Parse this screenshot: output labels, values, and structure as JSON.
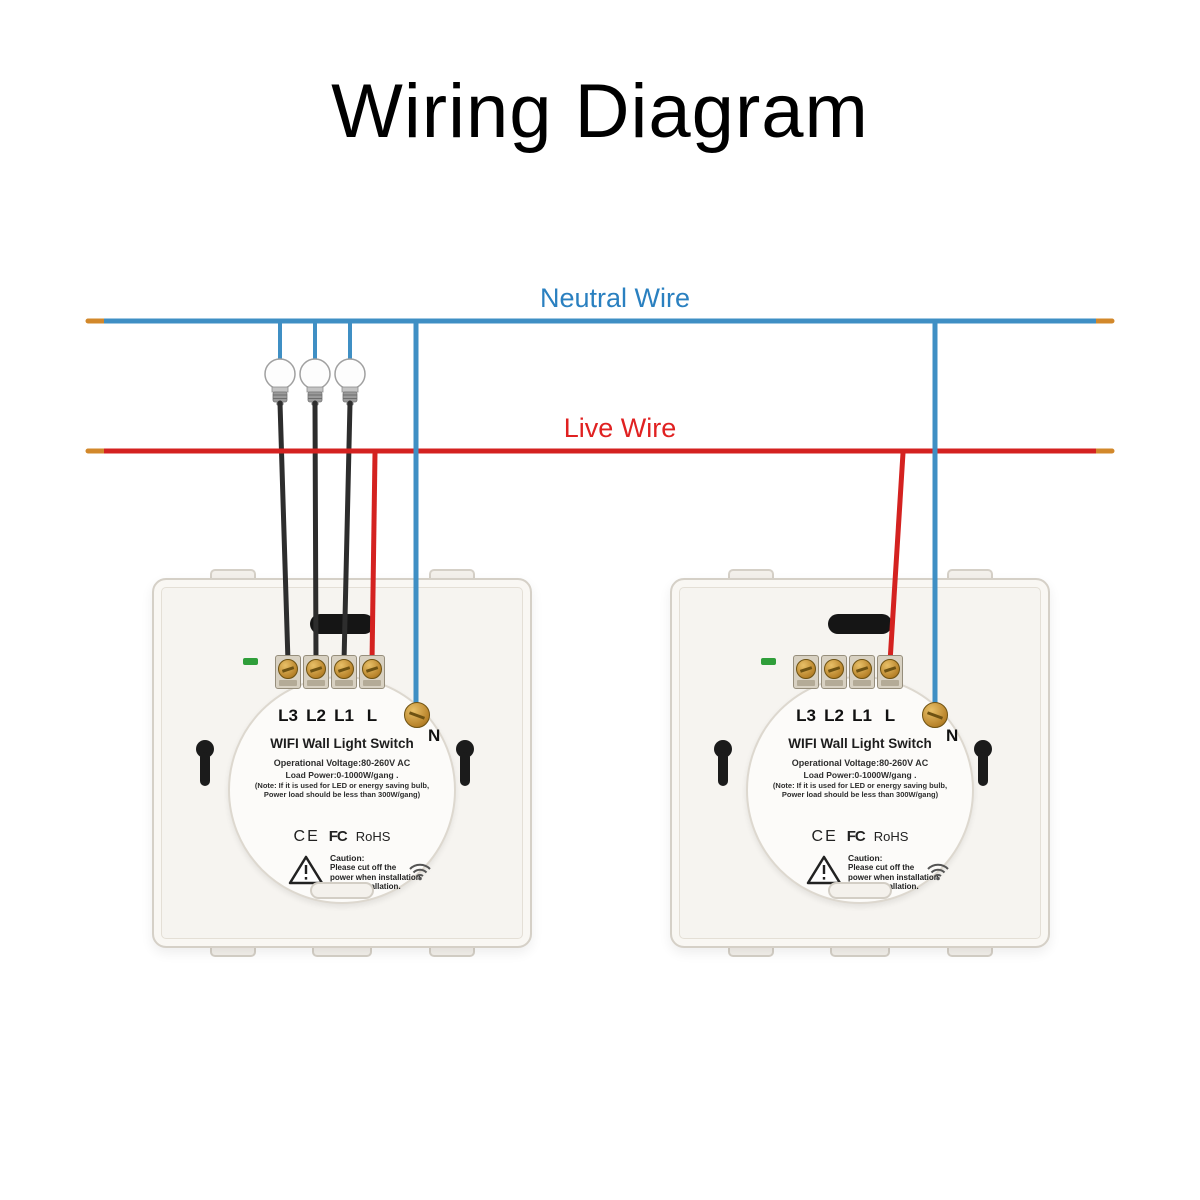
{
  "title": "Wiring Diagram",
  "wires": {
    "neutral_label": "Neutral Wire",
    "live_label": "Live Wire",
    "neutral_color": "#3F8FC4",
    "live_color": "#D42220",
    "load_wire_color": "#2D2D2D",
    "copper_tip_color": "#D2882B"
  },
  "switch": {
    "terminal_labels": [
      "L3",
      "L2",
      "L1",
      "L"
    ],
    "neutral_terminal_label": "N",
    "product_name": "WIFI Wall Light Switch",
    "spec_lines": [
      "Operational Voltage:80-260V AC",
      "Load Power:0-1000W/gang .",
      "(Note: If it is used for LED or energy saving bulb,",
      "Power load should be less than 300W/gang)"
    ],
    "certs": [
      "CE",
      "FC",
      "RoHS"
    ],
    "caution_title": "Caution:",
    "caution_lines": [
      "Please cut off the",
      "power when installation",
      "and uninstallation."
    ]
  }
}
